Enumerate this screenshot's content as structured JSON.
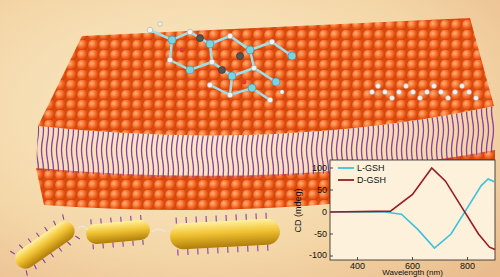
{
  "diagram": {
    "labels": [
      "100",
      "50",
      "0",
      "-50",
      "-100",
      "400",
      "600",
      "800",
      "Wavelength (nm)",
      "CD (mdeg)"
    ],
    "legend": [
      {
        "text": "L-GSH"
      },
      {
        "text": "D-GSH"
      }
    ]
  }
}
